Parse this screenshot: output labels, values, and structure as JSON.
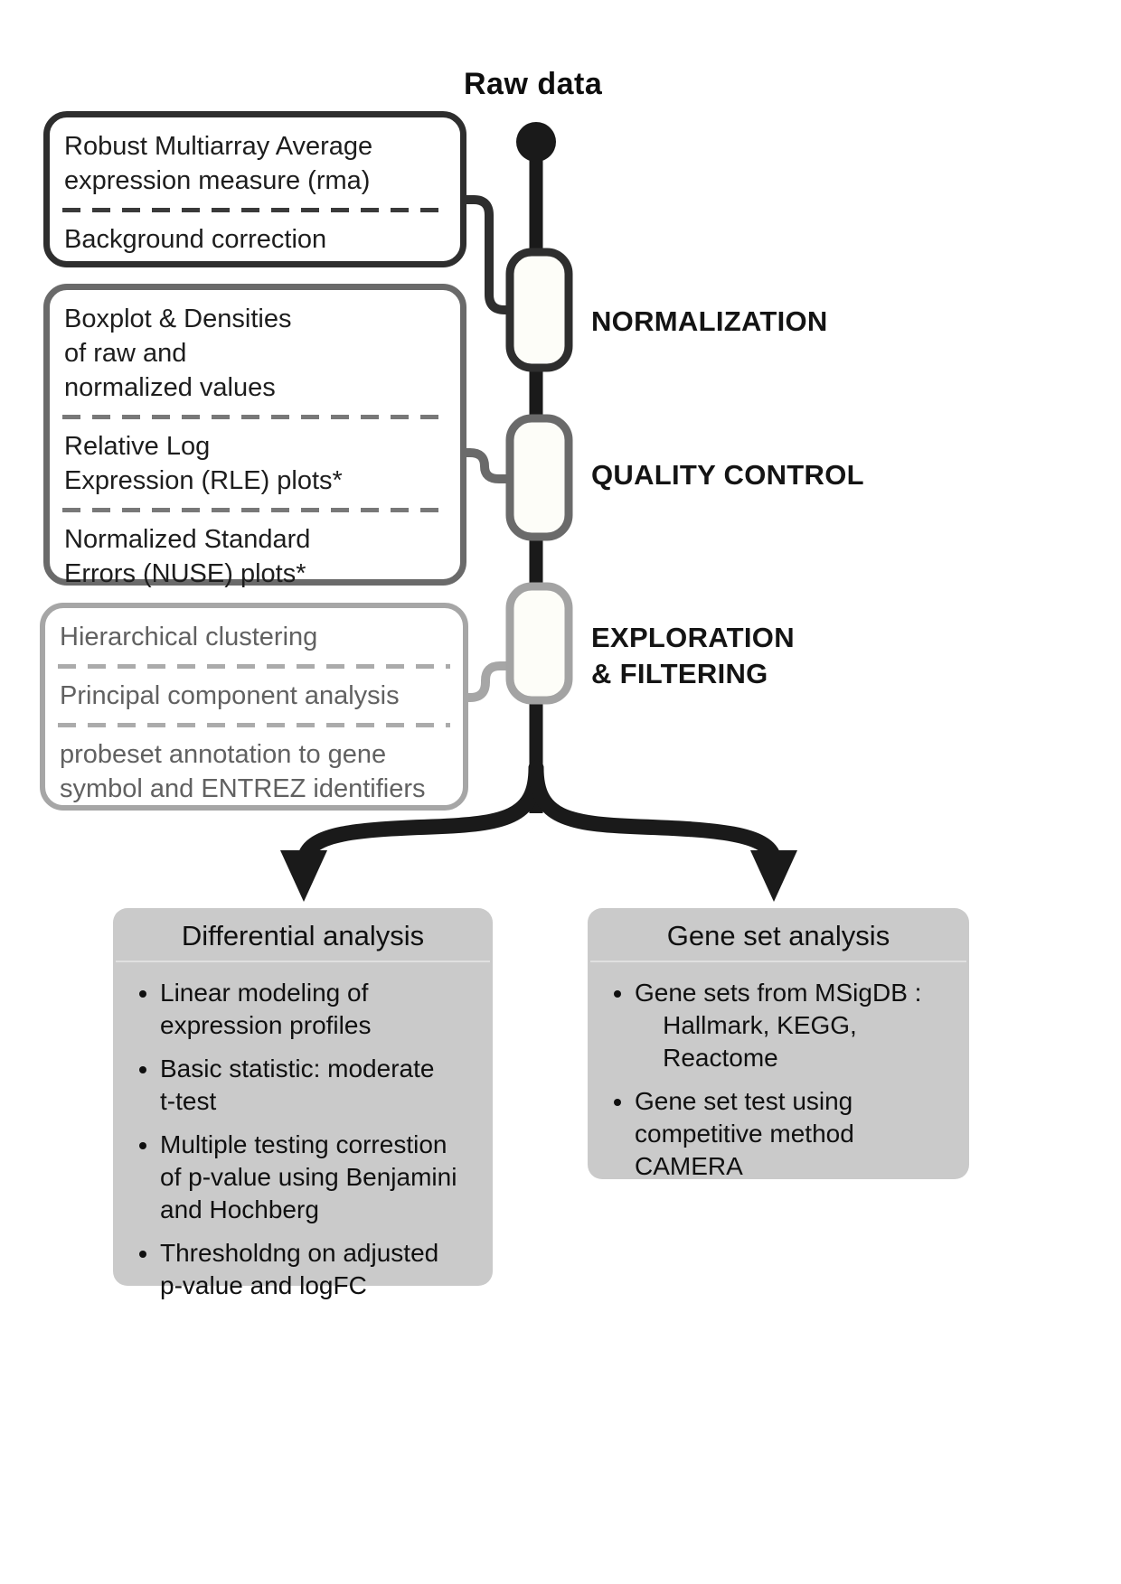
{
  "raw_data_label": "Raw data",
  "stages": [
    {
      "label": "NORMALIZATION",
      "box_sections": [
        "Robust Multiarray Average\nexpression measure (rma)",
        "Background correction"
      ]
    },
    {
      "label": "QUALITY CONTROL",
      "box_sections": [
        "Boxplot & Densities\nof raw and\nnormalized values",
        "Relative Log\nExpression (RLE) plots*",
        "Normalized Standard\nErrors (NUSE) plots*"
      ]
    },
    {
      "label": "EXPLORATION\n& FILTERING",
      "box_sections": [
        "Hierarchical clustering",
        "Principal component analysis",
        "probeset annotation to gene\nsymbol and ENTREZ identifiers"
      ]
    }
  ],
  "analyses": [
    {
      "title": "Differential analysis",
      "items": [
        "Linear modeling of\nexpression profiles",
        "Basic statistic: moderate\nt-test",
        "Multiple testing correstion\nof p-value using Benjamini\nand Hochberg",
        "Thresholdng on adjusted\np-value and logFC"
      ]
    },
    {
      "title": "Gene set analysis",
      "items": [
        "Gene sets from MSigDB :\n    Hallmark, KEGG,\n    Reactome",
        "Gene set test using\ncompetitive method\nCAMERA"
      ]
    }
  ],
  "colors": {
    "stage1_border": "#2e2e2e",
    "stage2_border": "#6a6a6a",
    "stage3_border": "#a6a6a6",
    "flow_line": "#1a1a1a",
    "analysis_box_bg": "#cacaca"
  }
}
